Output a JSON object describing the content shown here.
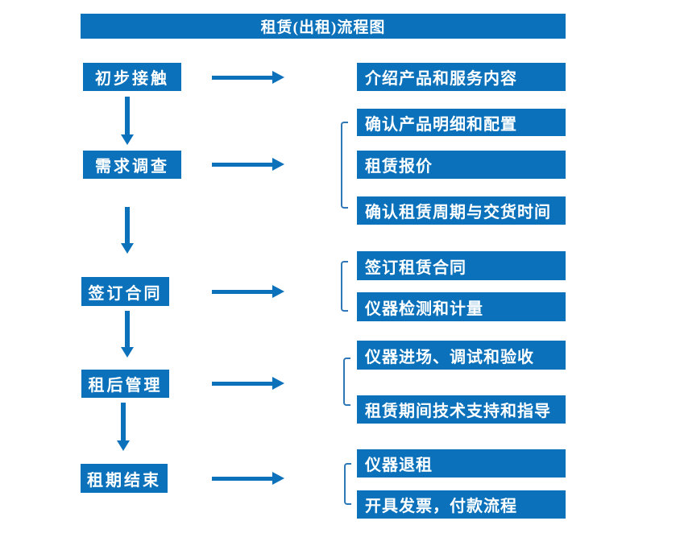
{
  "title": "租赁(出租)流程图",
  "colors": {
    "primary": "#0b71ba",
    "bracket": "#2e78b8",
    "text_on_primary": "#ffffff",
    "background": "#ffffff"
  },
  "steps": [
    {
      "label": "初步接触",
      "details": [
        "介绍产品和服务内容"
      ]
    },
    {
      "label": "需求调查",
      "details": [
        "确认产品明细和配置",
        "租赁报价",
        "确认租赁周期与交货时间"
      ]
    },
    {
      "label": "签订合同",
      "details": [
        "签订租赁合同",
        "仪器检测和计量"
      ]
    },
    {
      "label": "租后管理",
      "details": [
        "仪器进场、调试和验收",
        "租赁期间技术支持和指导"
      ]
    },
    {
      "label": "租期结束",
      "details": [
        "仪器退租",
        "开具发票，付款流程"
      ]
    }
  ]
}
